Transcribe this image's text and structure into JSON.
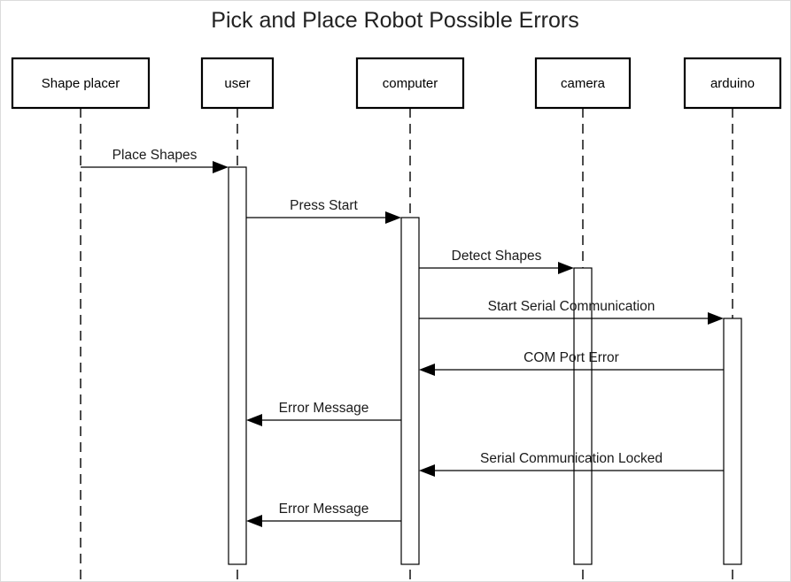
{
  "title": "Pick and Place Robot Possible Errors",
  "actors": [
    {
      "id": "shape_placer",
      "label": "Shape placer"
    },
    {
      "id": "user",
      "label": "user"
    },
    {
      "id": "computer",
      "label": "computer"
    },
    {
      "id": "camera",
      "label": "camera"
    },
    {
      "id": "arduino",
      "label": "arduino"
    }
  ],
  "messages": [
    {
      "from": "shape_placer",
      "to": "user",
      "label": "Place Shapes"
    },
    {
      "from": "user",
      "to": "computer",
      "label": "Press Start"
    },
    {
      "from": "computer",
      "to": "camera",
      "label": "Detect Shapes"
    },
    {
      "from": "computer",
      "to": "arduino",
      "label": "Start Serial Communication"
    },
    {
      "from": "arduino",
      "to": "computer",
      "label": "COM Port Error"
    },
    {
      "from": "computer",
      "to": "user",
      "label": "Error Message"
    },
    {
      "from": "arduino",
      "to": "computer",
      "label": "Serial Communication Locked"
    },
    {
      "from": "computer",
      "to": "user",
      "label": "Error Message"
    }
  ],
  "activations": [
    {
      "actor": "user",
      "starts_at_message": 0
    },
    {
      "actor": "computer",
      "starts_at_message": 1
    },
    {
      "actor": "camera",
      "starts_at_message": 2
    },
    {
      "actor": "arduino",
      "starts_at_message": 3
    }
  ]
}
